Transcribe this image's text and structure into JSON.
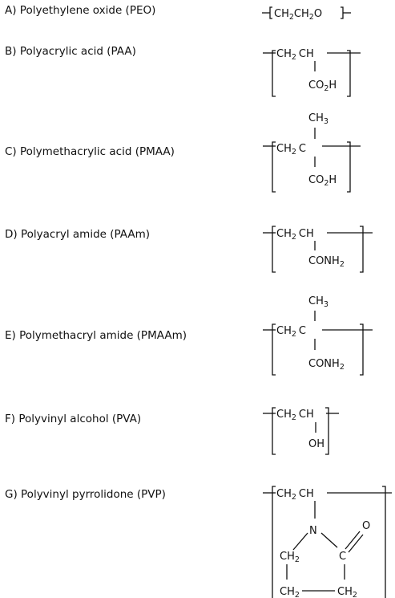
{
  "polymers": [
    {
      "label": "A) Polyethylene oxide (PEO)"
    },
    {
      "label": "B) Polyacrylic acid (PAA)"
    },
    {
      "label": "C) Polymethacrylic acid (PMAA)"
    },
    {
      "label": "D) Polyacryl amide (PAAm)"
    },
    {
      "label": "E) Polymethacryl amide (PMAAm)"
    },
    {
      "label": "F) Polyvinyl alcohol (PVA)"
    },
    {
      "label": "G) Polyvinyl pyrrolidone (PVP)"
    }
  ],
  "structures": {
    "peo": {
      "ch": "CH",
      "sub2": "2",
      "o": "O"
    },
    "paa": {
      "ch2": "CH",
      "sub2": "2",
      "ch": "CH",
      "co2h_a": "CO",
      "co2h_sub": "2",
      "co2h_b": "H"
    },
    "pmaa": {
      "ch3": "CH",
      "ch3_sub": "3",
      "ch2": "CH",
      "sub2": "2",
      "c": "C",
      "co2h_a": "CO",
      "co2h_sub": "2",
      "co2h_b": "H"
    },
    "paam": {
      "ch2": "CH",
      "sub2": "2",
      "ch": "CH",
      "conh2_a": "CONH",
      "conh2_sub": "2"
    },
    "pmaam": {
      "ch3": "CH",
      "ch3_sub": "3",
      "ch2": "CH",
      "sub2": "2",
      "c": "C",
      "conh2_a": "CONH",
      "conh2_sub": "2"
    },
    "pva": {
      "ch2": "CH",
      "sub2": "2",
      "ch": "CH",
      "oh": "OH"
    },
    "pvp": {
      "ch2": "CH",
      "sub2": "2",
      "ch": "CH",
      "n": "N",
      "o": "O",
      "c": "C",
      "ring_ch2": "CH",
      "ring_sub": "2"
    }
  }
}
